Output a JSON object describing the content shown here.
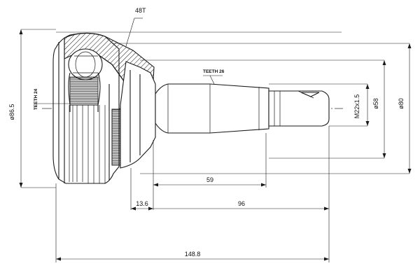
{
  "drawing": {
    "top_note": "48T",
    "spline_outer": "TEETH 26",
    "spline_inner": "TEETH 24"
  },
  "dimensions": {
    "outer_diameter": "ø86.5",
    "shaft_diameter": "ø58",
    "max_diameter": "ø80",
    "thread": "M22x1.5",
    "spline_length": "59",
    "offset": "13.6",
    "shaft_length": "96",
    "overall_length": "148.8"
  },
  "colors": {
    "ink": "#1a1a1a",
    "background": "#ffffff"
  }
}
